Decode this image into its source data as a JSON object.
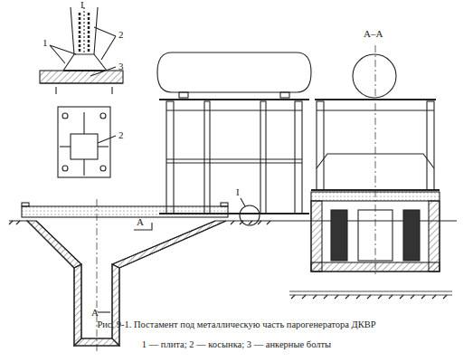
{
  "diagram": {
    "caption": "Рис. 9-1. Постамент под металлическую часть парогенератора ДКВР",
    "labels": [
      "1 — плита; 2 — косынка; 3 — анкерные болты",
      "I",
      "1",
      "2",
      "3",
      "2",
      "I",
      "А–А",
      "А",
      "А"
    ]
  }
}
